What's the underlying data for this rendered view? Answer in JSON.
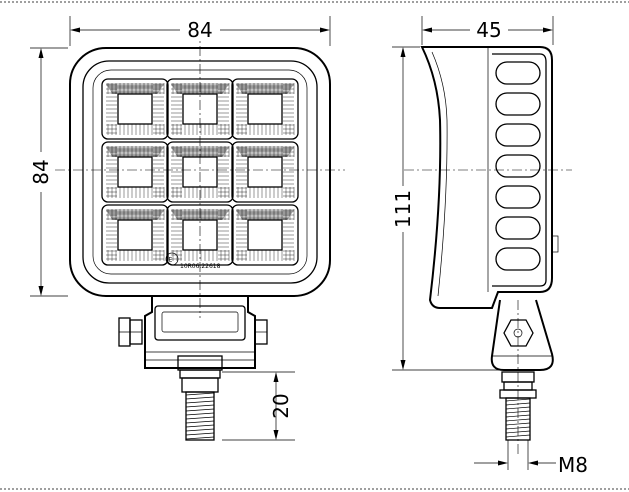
{
  "dimensions": {
    "front_width": "84",
    "front_height": "84",
    "side_depth": "45",
    "total_height": "111",
    "bolt_length": "20",
    "thread": "M8"
  },
  "markings": {
    "approval_code": "10R06.22618"
  },
  "colors": {
    "line": "#000000",
    "background": "#ffffff"
  }
}
